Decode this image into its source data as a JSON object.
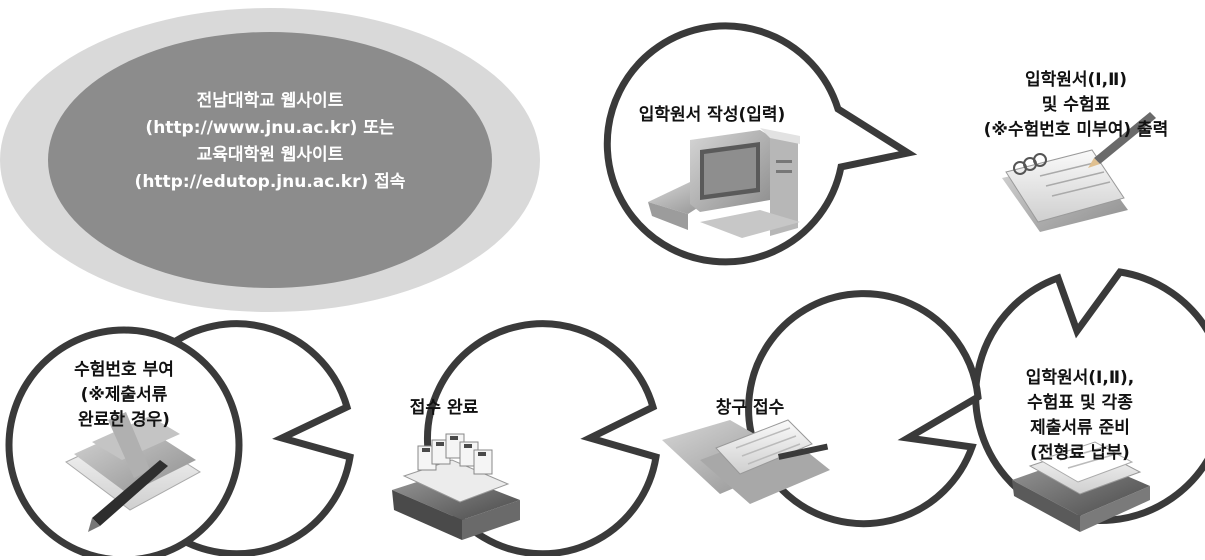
{
  "start": {
    "lines": [
      "전남대학교 웹사이트",
      "(http://www.jnu.ac.kr) 또는",
      "교육대학원 웹사이트",
      "(http://edutop.jnu.ac.kr) 접속"
    ]
  },
  "steps": [
    {
      "lines": [
        "입학원서 작성(입력)"
      ],
      "icon": "computer-icon"
    },
    {
      "lines": [
        "입학원서(Ⅰ,Ⅱ)",
        "및 수험표",
        "(※수험번호 미부여) 출력"
      ],
      "icon": "notebook-pencil-icon"
    },
    {
      "lines": [
        "입학원서(Ⅰ,Ⅱ),",
        "수험표 및 각종",
        "제출서류 준비",
        "(전형료 납부)"
      ],
      "icon": "document-stack-icon"
    },
    {
      "lines": [
        "창구 접수"
      ],
      "icon": "clipboard-pen-icon"
    },
    {
      "lines": [
        "접수 완료"
      ],
      "icon": "card-file-drawer-icon"
    },
    {
      "lines": [
        "수험번호 부여",
        "(※제출서류",
        "완료한 경우)"
      ],
      "icon": "folders-pen-icon"
    }
  ],
  "colors": {
    "bubble_stroke": "#3a3a3a",
    "oval_outer": "#d9d9d9",
    "oval_inner": "#8c8c8c"
  }
}
